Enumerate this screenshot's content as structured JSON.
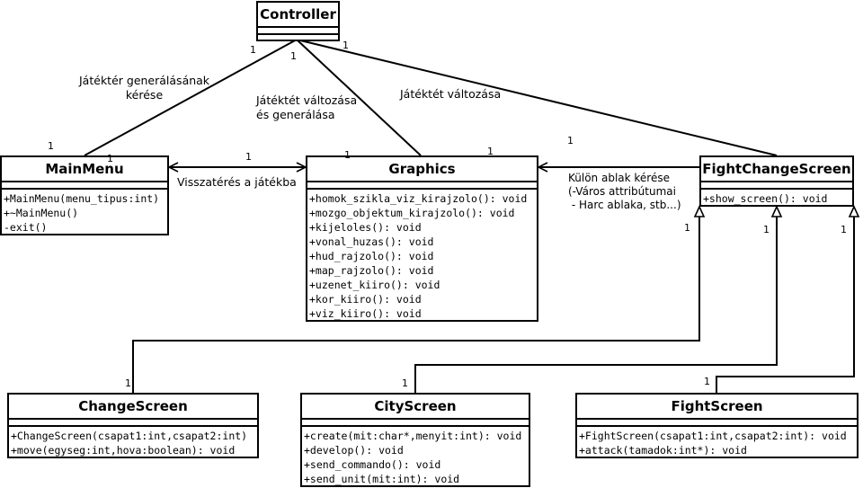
{
  "classes": {
    "controller": {
      "name": "Controller",
      "operations": []
    },
    "mainmenu": {
      "name": "MainMenu",
      "operations": [
        "+MainMenu(menu_tipus:int)",
        "+~MainMenu()",
        "-exit()"
      ]
    },
    "graphics": {
      "name": "Graphics",
      "operations": [
        "+homok_szikla_viz_kirajzolo(): void",
        "+mozgo_objektum_kirajzolo(): void",
        "+kijeloles(): void",
        "+vonal_huzas(): void",
        "+hud_rajzolo(): void",
        "+map_rajzolo(): void",
        "+uzenet_kiiro(): void",
        "+kor_kiiro(): void",
        "+viz_kiiro(): void"
      ]
    },
    "fightchange": {
      "name": "FightChangeScreen",
      "operations": [
        "+show_screen(): void"
      ]
    },
    "changescreen": {
      "name": "ChangeScreen",
      "operations": [
        "+ChangeScreen(csapat1:int,csapat2:int)",
        "+move(egyseg:int,hova:boolean): void"
      ]
    },
    "cityscreen": {
      "name": "CityScreen",
      "operations": [
        "+create(mit:char*,menyit:int): void",
        "+develop(): void",
        "+send_commando(): void",
        "+send_unit(mit:int): void"
      ]
    },
    "fightscreen": {
      "name": "FightScreen",
      "operations": [
        "+FightScreen(csapat1:int,csapat2:int): void",
        "+attack(tamadok:int*): void"
      ]
    }
  },
  "labels": {
    "gen_line1": "Játéktér generálásának",
    "gen_line2": "kérése",
    "change1_line1": "Játéktét változása",
    "change1_line2": "és generálása",
    "change2": "Játéktét változása",
    "back": "Visszatérés a játékba",
    "separate_line1": "Külön ablak kérése",
    "separate_line2": "(-Város attribútumai",
    "separate_line3": " - Harc ablaka, stb...)"
  },
  "multiplicity": "1"
}
